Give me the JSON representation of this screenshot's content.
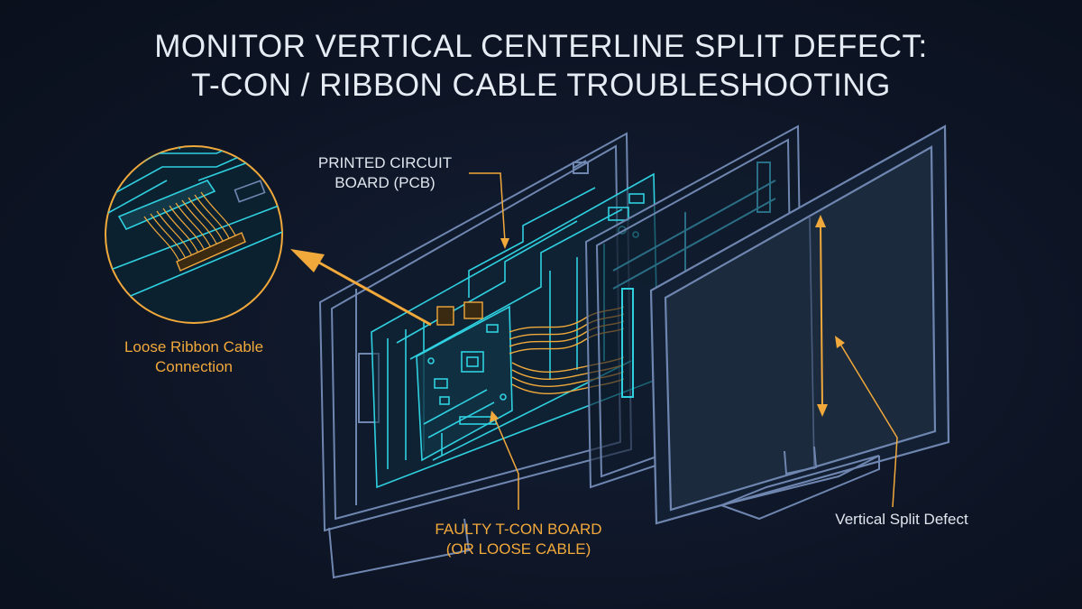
{
  "title": {
    "line1": "MONITOR VERTICAL CENTERLINE SPLIT DEFECT:",
    "line2": "T-CON / RIBBON CABLE TROUBLESHOOTING"
  },
  "labels": {
    "pcb_line1": "PRINTED CIRCUIT",
    "pcb_line2": "BOARD (PCB)",
    "ribbon_line1": "Loose Ribbon Cable",
    "ribbon_line2": "Connection",
    "tcon_line1": "FAULTY T-CON BOARD",
    "tcon_line2": "(OR LOOSE CABLE)",
    "split": "Vertical Split Defect"
  },
  "colors": {
    "background": "#0d1424",
    "outline": "#6f86b0",
    "circuit": "#2fd0e0",
    "accent": "#f2a93b",
    "title": "#e6ecf4"
  }
}
